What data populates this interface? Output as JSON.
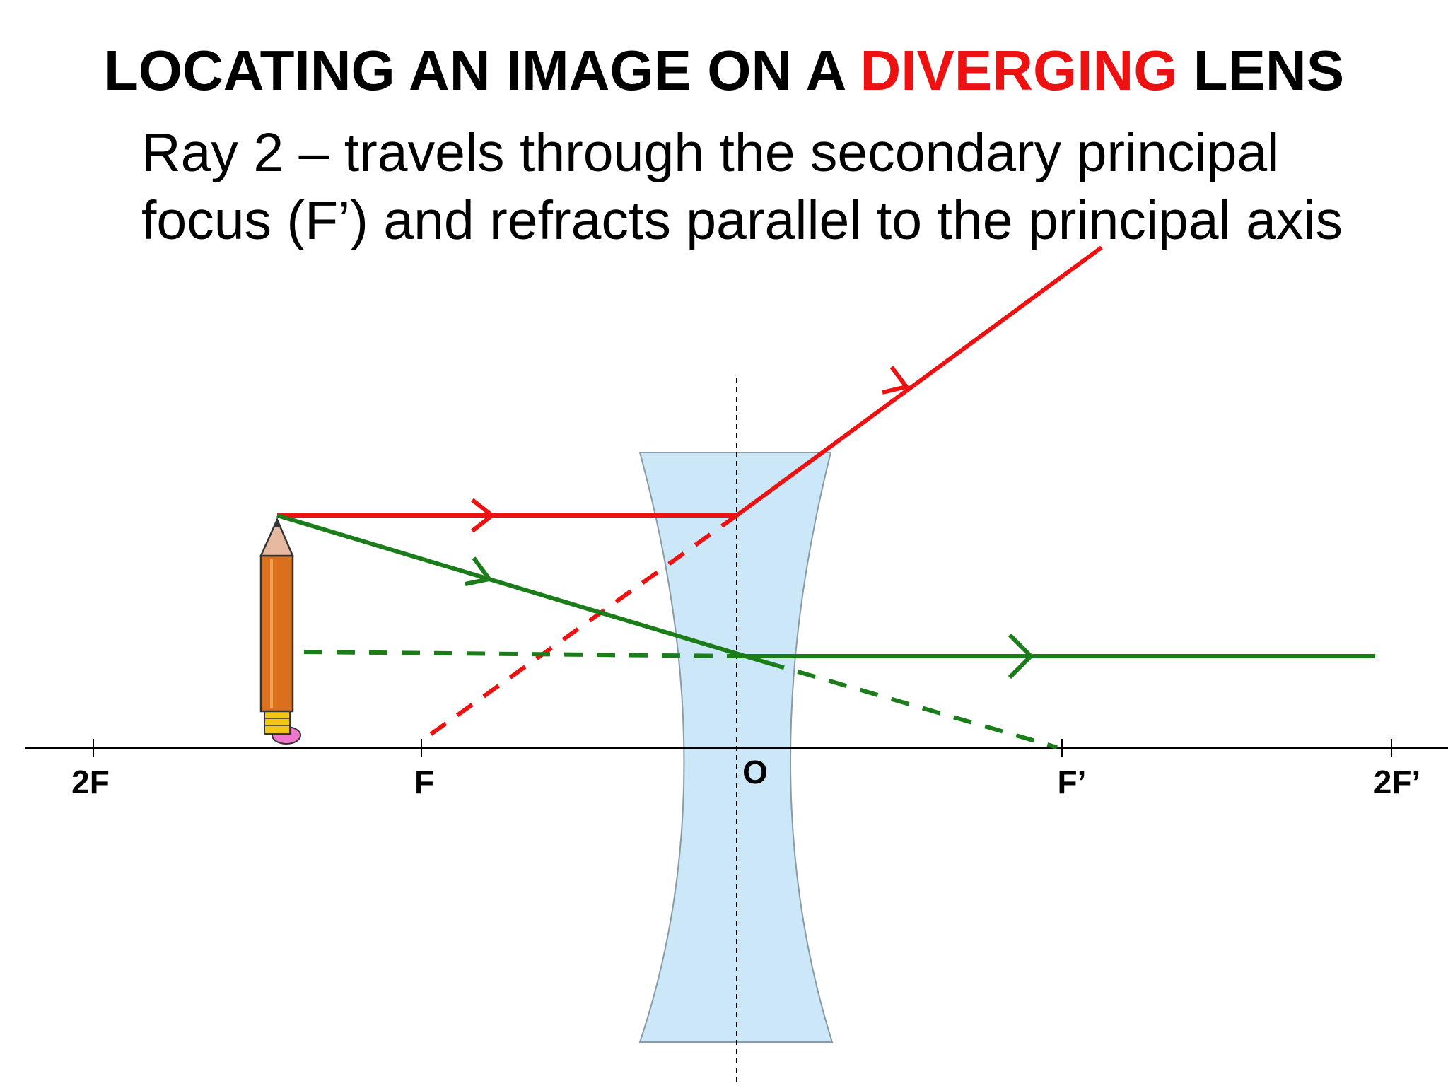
{
  "title": {
    "part1": "LOCATING AN IMAGE ON A ",
    "accent": "DIVERGING",
    "part2": " LENS"
  },
  "description": "Ray 2 – travels through the secondary principal focus (F’) and refracts parallel to the principal axis",
  "axis_labels": {
    "two_f": "2F",
    "f": "F",
    "o": "O",
    "f_prime": "F’",
    "two_f_prime": "2F’"
  },
  "colors": {
    "title_accent": "#ee1111",
    "ray_1": "#ee1111",
    "ray_2": "#1a7d1a",
    "lens_fill": "#cce8f8",
    "lens_stroke": "#8a9aa6"
  },
  "icons": {
    "object": "pencil-icon"
  }
}
